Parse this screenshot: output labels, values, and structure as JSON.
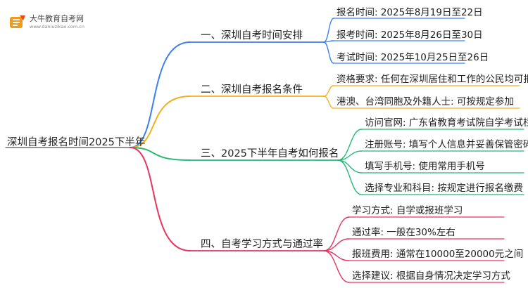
{
  "logo": {
    "name": "大牛教育自考网",
    "url": "www.daniuzikao.com.cn",
    "colors": {
      "primary": "#f29a1f",
      "accent": "#e84a1a"
    }
  },
  "root": {
    "label": "深圳自考报名时间2025下半年"
  },
  "branches": [
    {
      "label": "一、深圳自考时间安排",
      "color": "#3d7ff0",
      "leaves": [
        "报名时间: 2025年8月19日至22日",
        "报考时间: 2025年8月26日至30日",
        "考试时间: 2025年10月25日至26日"
      ]
    },
    {
      "label": "二、深圳自考报名条件",
      "color": "#f2b01e",
      "leaves": [
        "资格要求: 任何在深圳居住和工作的公民均可报名",
        "港澳、台湾同胞及外籍人士: 可按规定参加"
      ]
    },
    {
      "label": "三、2025下半年自考如何报名",
      "color": "#27b876",
      "leaves": [
        "访问官网: 广东省教育考试院自学考试栏目",
        "注册账号: 填写个人信息并妥善保管密码",
        "填写手机号: 使用常用手机号",
        "选择专业和科目: 按规定进行报名缴费"
      ]
    },
    {
      "label": "四、自考学习方式与通过率",
      "color": "#e8355f",
      "leaves": [
        "学习方式: 自学或报班学习",
        "通过率: 一般在30%左右",
        "报班费用: 通常在10000至20000元之间",
        "选择建议: 根据自身情况决定学习方式"
      ]
    }
  ]
}
